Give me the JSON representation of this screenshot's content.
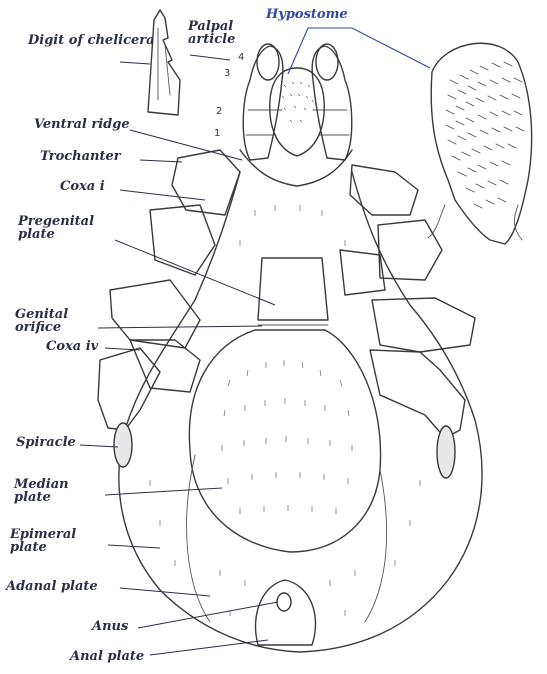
{
  "labels": {
    "digit_of_chelicera": "Digit of chelicera",
    "palpal_article": "Palpal article",
    "hypostome": "Hypostome",
    "ventral_ridge": "Ventral ridge",
    "trochanter": "Trochanter",
    "coxa_i": "Coxa i",
    "pregenital_plate": "Pregenital plate",
    "genital_orifice": "Genital orifice",
    "coxa_iv": "Coxa iv",
    "spiracle": "Spiracle",
    "median_plate": "Median plate",
    "epimeral_plate": "Epimeral plate",
    "adanal_plate": "Adanal plate",
    "anus": "Anus",
    "anal_plate": "Anal plate"
  },
  "palp_segments": [
    "4",
    "3",
    "2",
    "1"
  ]
}
